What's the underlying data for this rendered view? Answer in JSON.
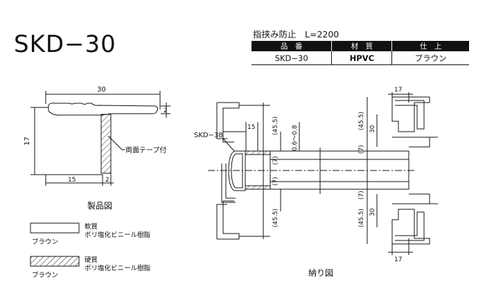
{
  "title": "SKD−30",
  "heading": "指挟み防止　L=2200",
  "table": {
    "headers": [
      "品　番",
      "材　質",
      "仕　上"
    ],
    "row": [
      "SKD−30",
      "HPVC",
      "ブラウン"
    ]
  },
  "product_drawing": {
    "dim_width": "30",
    "dim_height": "17",
    "dim_thickness": "2",
    "dim_bottom_left": "15",
    "dim_bottom_right": "2",
    "tape_label": "両面テープ付",
    "caption": "製品図"
  },
  "install_drawing": {
    "label_skd38": "SKD−38",
    "dim_15": "15",
    "dim_455_top": "(45.5)",
    "dim_gap": "0.6〜0.8",
    "dim_7_left_top": "(7)",
    "dim_7_left_bottom": "(7)",
    "dim_455_bottom": "(45.5)",
    "dim_17_top": "17",
    "dim_455_right_top": "(45.5)",
    "dim_30_top": "30",
    "dim_7_right": "(7)",
    "dim_7_right_bottom": "(7)",
    "dim_455_right_bottom": "(45.5)",
    "dim_30_bottom": "30",
    "dim_17_bottom": "17",
    "caption": "納り図"
  },
  "legend": [
    {
      "title": "軟質",
      "desc": "ポリ塩化ビニール樹脂",
      "finish": "ブラウン",
      "pattern": "plain"
    },
    {
      "title": "硬質",
      "desc": "ポリ塩化ビニール樹脂",
      "finish": "ブラウン",
      "pattern": "hatched"
    }
  ]
}
